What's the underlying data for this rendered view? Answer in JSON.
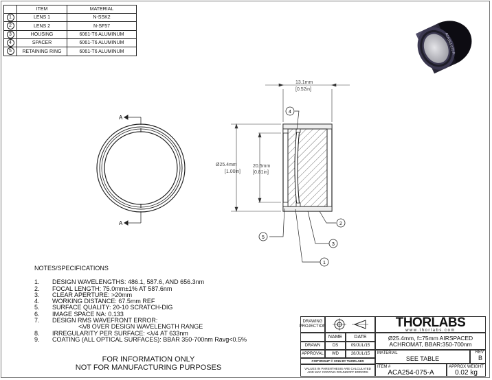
{
  "bom": {
    "headers": {
      "item": "ITEM",
      "material": "MATERIAL"
    },
    "rows": [
      {
        "num": "1",
        "item": "LENS 1",
        "material": "N-SSK2"
      },
      {
        "num": "2",
        "item": "LENS 2",
        "material": "N-SF57"
      },
      {
        "num": "3",
        "item": "HOUSING",
        "material": "6061-T6 ALUMINUM"
      },
      {
        "num": "4",
        "item": "SPACER",
        "material": "6061-T6 ALUMINUM"
      },
      {
        "num": "5",
        "item": "RETAINING RING",
        "material": "6061-T6 ALUMINUM"
      }
    ]
  },
  "drawing": {
    "section_label": "A",
    "dim_length": "13.1mm",
    "dim_length_in": "[0.52in]",
    "dim_outer": "Ø25.4mm",
    "dim_outer_in": "[1.00in]",
    "dim_aperture": "20.5mm",
    "dim_aperture_in": "[0.81in]",
    "balloons": [
      "1",
      "2",
      "3",
      "4",
      "5"
    ]
  },
  "notes": {
    "title": "NOTES/SPECIFICATIONS",
    "items": [
      {
        "num": "1.",
        "text": "DESIGN WAVELENGTHS: 486.1, 587.6, AND 656.3nm"
      },
      {
        "num": "2.",
        "text": "FOCAL LENGTH: 75.0mm±1% AT 587.6nm"
      },
      {
        "num": "3.",
        "text": "CLEAR APERTURE: >20mm"
      },
      {
        "num": "4.",
        "text": "WORKING DISTANCE: 67.5mm REF"
      },
      {
        "num": "5.",
        "text": "SURFACE QUALITY: 20-10 SCRATCH-DIG"
      },
      {
        "num": "6.",
        "text": "IMAGE SPACE NA: 0.133"
      },
      {
        "num": "7.",
        "text": "DESIGN RMS WAVEFRONT ERROR:",
        "sub": "<λ/8 OVER DESIGN WAVELENGTH RANGE"
      },
      {
        "num": "8.",
        "text": "IRREGULARITY PER SURFACE: <λ/4 AT 633nm"
      },
      {
        "num": "9.",
        "text": "COATING (ALL OPTICAL SURFACES): BBAR 350-700nm Ravg<0.5%"
      }
    ]
  },
  "disclaimer": {
    "line1": "FOR INFORMATION ONLY",
    "line2": "NOT FOR MANUFACTURING PURPOSES"
  },
  "title_block": {
    "drawing_projection": "DRAWING PROJECTION",
    "brand": "THORLABS",
    "url": "www.thorlabs.com",
    "name_hdr": "NAME",
    "date_hdr": "DATE",
    "drawn_lbl": "DRAWN",
    "drawn_name": "DS",
    "drawn_date": "09/JUL/15",
    "approval_lbl": "APPROVAL",
    "approval_name": "WD",
    "approval_date": "28/JUL/15",
    "description": "Ø25.4mm, f=75mm AIRSPACED ACHROMAT, BBAR:350-700nm",
    "copyright": "COPYRIGHT © 2015 BY THORLABS",
    "material_lbl": "MATERIAL",
    "material_val": "SEE TABLE",
    "rev_lbl": "REV",
    "rev_val": "B",
    "values_note": "VALUES IN PARENTHESIS ARE CALCULATED AND MAY CONTAIN ROUNDOFF ERRORS",
    "item_lbl": "ITEM #",
    "item_val": "ACA254-075-A",
    "weight_lbl": "APPROX WEIGHT",
    "weight_val": "0.02 kg"
  },
  "photo": {
    "engraving": "ACA254-075-A"
  }
}
